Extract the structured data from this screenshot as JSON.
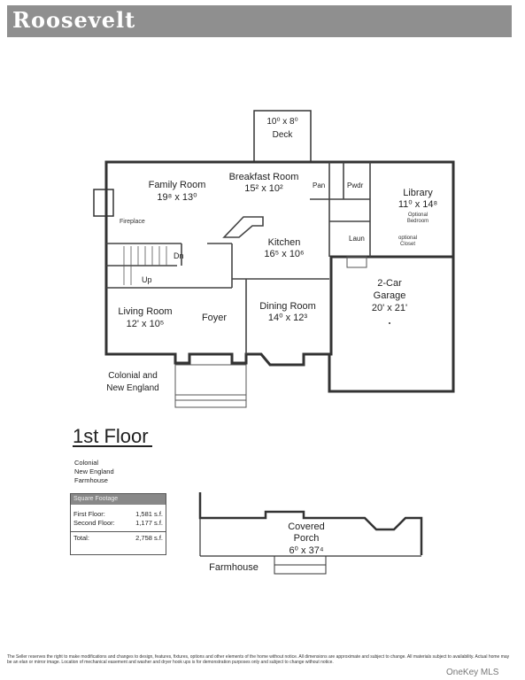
{
  "banner": {
    "title": "Roosevelt"
  },
  "rooms": {
    "deck": {
      "dim": "10⁰ x 8⁰",
      "name": "Deck"
    },
    "breakfast": {
      "name": "Breakfast Room",
      "dim": "15² x 10²"
    },
    "family": {
      "name": "Family Room",
      "dim": "19⁸ x 13⁰"
    },
    "fireplace": "Fireplace",
    "pan": "Pan",
    "pwdr": "Pwdr",
    "library": {
      "name": "Library",
      "dim": "11⁰ x 14⁸",
      "note1": "Optional",
      "note2": "Bedroom"
    },
    "kitchen": {
      "name": "Kitchen",
      "dim": "16⁵ x 10⁶"
    },
    "laun": "Laun",
    "optional_closet": {
      "line1": "optional",
      "line2": "Closet"
    },
    "dn": "Dn",
    "up": "Up",
    "garage": {
      "name1": "2-Car",
      "name2": "Garage",
      "dim": "20' x 21'"
    },
    "living": {
      "name": "Living Room",
      "dim": "12' x 10⁵"
    },
    "foyer": "Foyer",
    "dining": {
      "name": "Dining Room",
      "dim": "14⁰ x 12³"
    }
  },
  "elevation_label": {
    "line1": "Colonial and",
    "line2": "New England"
  },
  "floor_title": "1st Floor",
  "styles": [
    "Colonial",
    "New England",
    "Farmhouse"
  ],
  "square_footage": {
    "header": "Square Footage",
    "rows": [
      {
        "label": "First Floor:",
        "value": "1,581 s.f."
      },
      {
        "label": "Second Floor:",
        "value": "1,177 s.f."
      }
    ],
    "total": {
      "label": "Total:",
      "value": "2,758 s.f."
    }
  },
  "porch": {
    "name1": "Covered",
    "name2": "Porch",
    "dim": "6⁰ x 37⁴",
    "caption": "Farmhouse"
  },
  "disclaimer": "The Seller reserves the right to make modifications and changes to design, features, fixtures, options and other elements of the home without notice. All dimensions are approximate and subject to change. All materials subject to availability. Actual home may be an elan or mirror image. Location of mechanical easement and washer and dryer hook ups is for demonstration purposes only and subject to change without notice.",
  "watermark": "OneKey MLS"
}
